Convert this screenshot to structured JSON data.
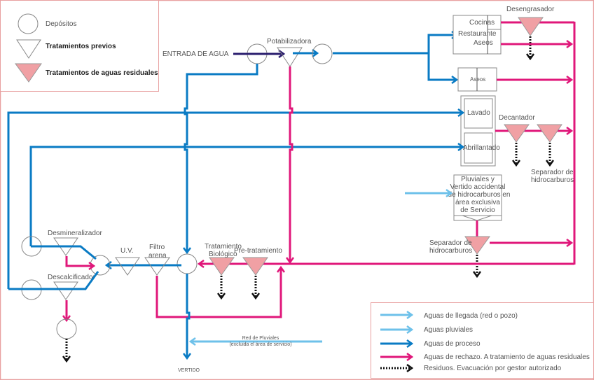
{
  "legend_symbols": {
    "deposits": "Depósitos",
    "pre_treatments": "Tratamientos previos",
    "wastewater_treatments": "Tratamientos de aguas residuales"
  },
  "nodes": {
    "water_inlet": "ENTRADA DE AGUA",
    "potabilizadora": "Potabilizadora",
    "kitchens": "Cocinas",
    "restaurant": "Restaurante",
    "toilets_1": "Aseos",
    "toilets_2": "Aseos",
    "degreaser": "Desengrasador",
    "washing": "Lavado",
    "polishing": "Abrillantado",
    "decanter": "Decantador",
    "hydrocarbon_separator_1": [
      "Separador de",
      "hidrocarburos"
    ],
    "rain_box": [
      "Pluviales y",
      "Vertido accidental",
      "de hidrocarburos en",
      "área exclusiva",
      "de Servicio"
    ],
    "hydrocarbon_separator_2": [
      "Separador de",
      "hidrocarburos"
    ],
    "demineralizer": "Desmineralizador",
    "softener": "Descalcificador",
    "uv": "U.V.",
    "sand_filter": [
      "Filtro",
      "arena"
    ],
    "biological_treatment": [
      "Tratamiento",
      "Biológico"
    ],
    "pre_treatment": "Pre-tratamiento",
    "rain_network": [
      "Red de Pluviales",
      "(excluida el área de servicio)"
    ],
    "discharge": "VERTIDO"
  },
  "legend_flows": [
    {
      "label": "Aguas de llegada (red o pozo)",
      "color": "#6ec1ea"
    },
    {
      "label": "Aguas pluviales",
      "color": "#6ec1ea"
    },
    {
      "label": "Aguas de proceso",
      "color": "#0a7bc4"
    },
    {
      "label": "Aguas de rechazo. A tratamiento de aguas residuales",
      "color": "#e0177a"
    },
    {
      "label": "Residuos. Evacuación por gestor autorizado",
      "color": "#111111"
    }
  ],
  "colors": {
    "inlet": "#2a1d6e",
    "process": "#0a7bc4",
    "reject": "#e0177a",
    "rain": "#6ec1ea",
    "waste": "#111111",
    "wastewater_treatment_fill": "#f0a0a4",
    "frame": "#e8a0a0"
  }
}
